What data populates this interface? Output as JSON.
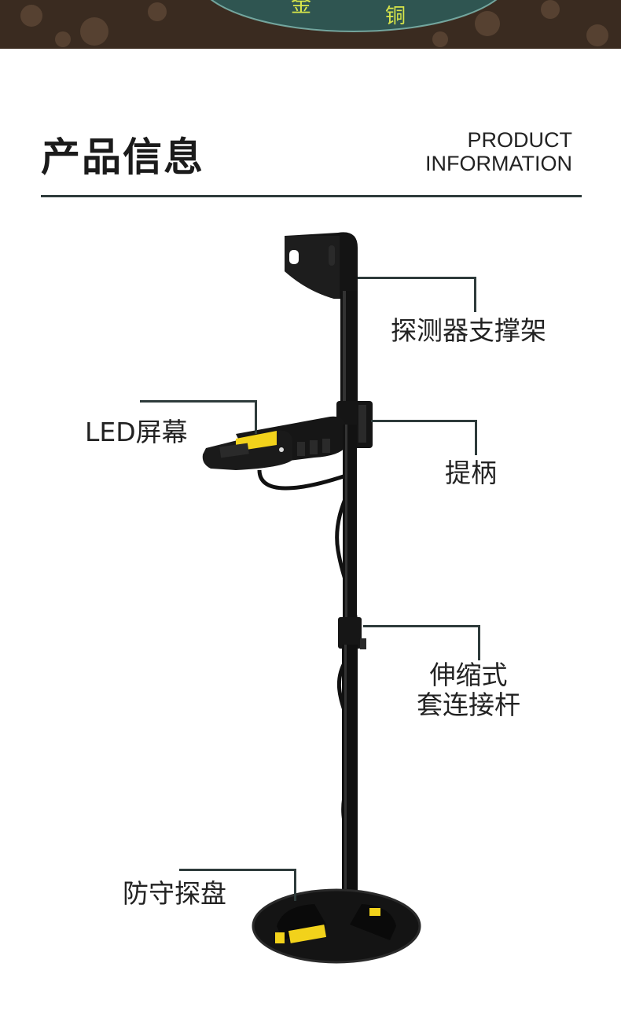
{
  "banner": {
    "chars": [
      "金",
      "铜"
    ]
  },
  "header": {
    "title_cn": "产品信息",
    "title_en_line1": "PRODUCT",
    "title_en_line2": "INFORMATION"
  },
  "callouts": {
    "support": "探测器支撑架",
    "handle": "提柄",
    "screen": "LED屏幕",
    "rod_line1": "伸缩式",
    "rod_line2": "套连接杆",
    "coil": "防守探盘"
  },
  "colors": {
    "line": "#2e3b3b",
    "device": "#111111",
    "accent_yellow": "#f2d21b"
  }
}
